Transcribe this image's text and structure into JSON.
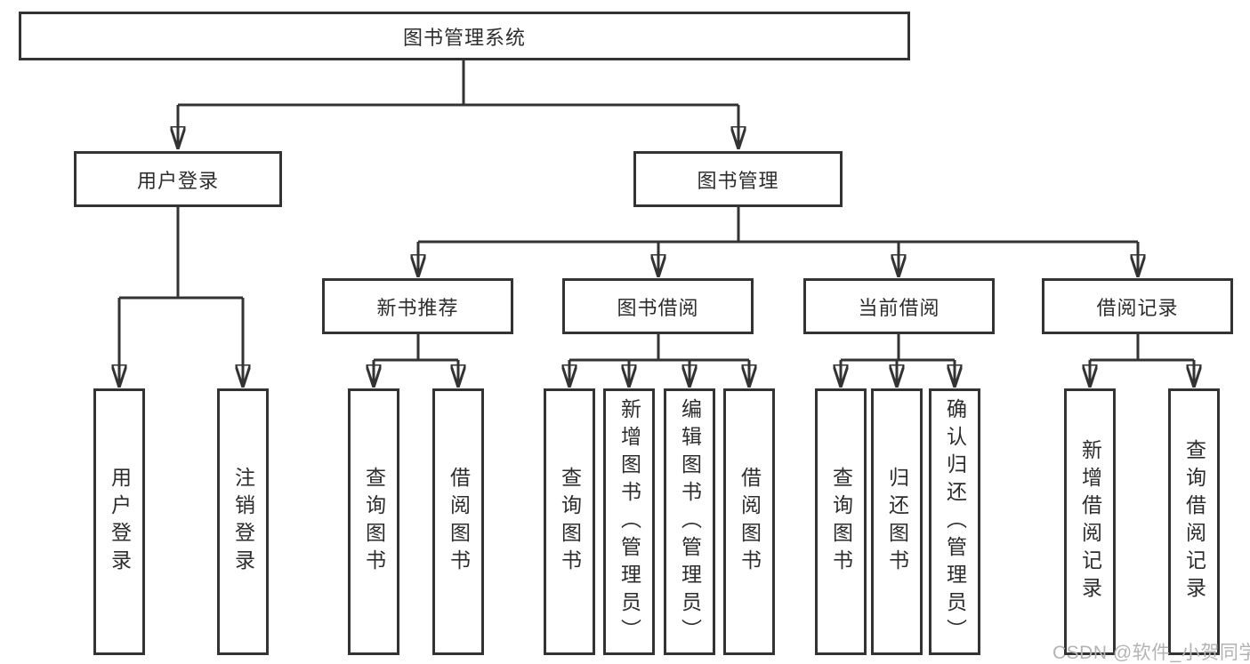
{
  "diagram_type": "hierarchy-tree",
  "tree": {
    "label": "图书管理系统",
    "children": [
      {
        "label": "用户登录",
        "children": [
          {
            "label": "用户登录"
          },
          {
            "label": "注销登录"
          }
        ]
      },
      {
        "label": "图书管理",
        "children": [
          {
            "label": "新书推荐",
            "children": [
              {
                "label": "查询图书"
              },
              {
                "label": "借阅图书"
              }
            ]
          },
          {
            "label": "图书借阅",
            "children": [
              {
                "label": "查询图书"
              },
              {
                "label": "新增图书（管理员）"
              },
              {
                "label": "编辑图书（管理员）"
              },
              {
                "label": "借阅图书"
              }
            ]
          },
          {
            "label": "当前借阅",
            "children": [
              {
                "label": "查询图书"
              },
              {
                "label": "归还图书"
              },
              {
                "label": "确认归还（管理员）"
              }
            ]
          },
          {
            "label": "借阅记录",
            "children": [
              {
                "label": "新增借阅记录"
              },
              {
                "label": "查询借阅记录"
              }
            ]
          }
        ]
      }
    ]
  },
  "watermark": {
    "text": "CSDN @软件_小贺同学"
  },
  "colors": {
    "line": "#333333",
    "text": "#2d2d2d",
    "box_background": "#ffffff",
    "watermark_text": "#b3b3b3",
    "background": "#ffffff"
  }
}
